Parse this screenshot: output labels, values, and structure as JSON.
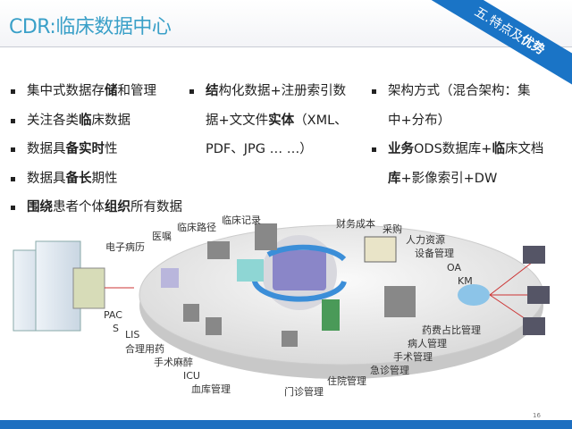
{
  "header": {
    "title": "CDR:临床数据中心",
    "ribbon_plain": "五.特点及",
    "ribbon_bold": "优势"
  },
  "col1": [
    [
      "集中式数据存",
      "储",
      "和管理"
    ],
    [
      "关注各类",
      "临",
      "床数据"
    ],
    [
      "数据具",
      "备实时",
      "性"
    ],
    [
      "数据具",
      "备长",
      "期性"
    ],
    [
      "",
      "围绕",
      "患者个体",
      "组织",
      "所有数据"
    ]
  ],
  "col2": {
    "l1": [
      "",
      "结",
      "构化数据+注册索引数"
    ],
    "l2": [
      "据+文文件",
      "实体",
      "（XML、"
    ],
    "l3": "PDF、JPG … …）"
  },
  "col3": {
    "l1": "架构方式（混合架构：集",
    "l1b": "中+分布）",
    "l2": [
      "业务",
      "ODS数据库+",
      "临",
      "床文档"
    ],
    "l2b": [
      "库",
      "+影像索引+DW"
    ]
  },
  "diagram_labels": {
    "emr": "电子病历",
    "orders": "医嘱",
    "path": "临床路径",
    "record": "临床记录",
    "finance": "财务成本",
    "purchase": "采购",
    "hr": "人力资源",
    "equip": "设备管理",
    "oa": "OA",
    "km": "KM",
    "pacs": "PAC",
    "s": "S",
    "lis": "LIS",
    "drug": "合理用药",
    "anes": "手术麻醉",
    "icu": "ICU",
    "blood": "血库管理",
    "outpt": "门诊管理",
    "inpt": "住院管理",
    "emerg": "急诊管理",
    "surg": "手术管理",
    "patient": "病人管理",
    "ratio": "药费占比管理"
  },
  "footer": {
    "page": "16"
  },
  "colors": {
    "accent": "#1a74c6",
    "title": "#3aa0c8"
  }
}
